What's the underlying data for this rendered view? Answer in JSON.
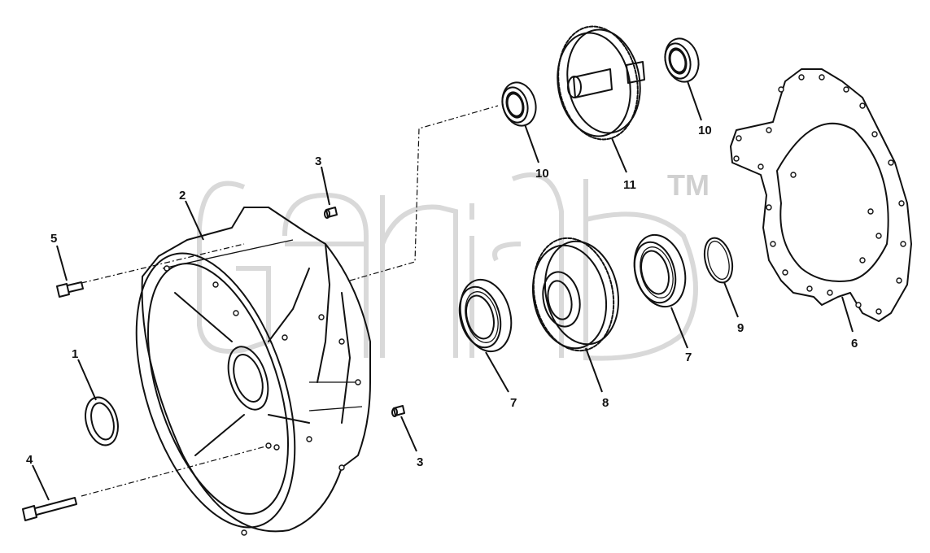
{
  "watermark": {
    "trademark": "TM"
  },
  "callouts": [
    {
      "id": "1",
      "label": "1"
    },
    {
      "id": "2",
      "label": "2"
    },
    {
      "id": "3a",
      "label": "3"
    },
    {
      "id": "3b",
      "label": "3"
    },
    {
      "id": "4",
      "label": "4"
    },
    {
      "id": "5",
      "label": "5"
    },
    {
      "id": "6",
      "label": "6"
    },
    {
      "id": "7a",
      "label": "7"
    },
    {
      "id": "7b",
      "label": "7"
    },
    {
      "id": "8",
      "label": "8"
    },
    {
      "id": "9",
      "label": "9"
    },
    {
      "id": "10a",
      "label": "10"
    },
    {
      "id": "10b",
      "label": "10"
    },
    {
      "id": "11",
      "label": "11"
    }
  ],
  "colors": {
    "line": "#111111",
    "watermark": "#d9d9d9",
    "background": "#ffffff"
  }
}
